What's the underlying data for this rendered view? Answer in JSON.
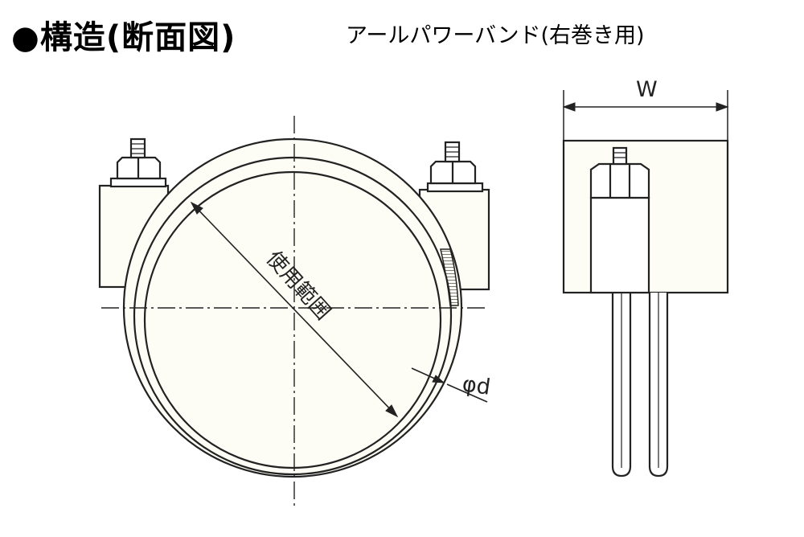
{
  "header": {
    "title": "●構造(断面図)",
    "subtitle": "アールパワーバンド(右巻き用)"
  },
  "labels": {
    "usage_range": "使用範囲",
    "diameter": "φd",
    "width": "W"
  },
  "colors": {
    "line": "#222222",
    "fill": "#fdfdf6"
  }
}
